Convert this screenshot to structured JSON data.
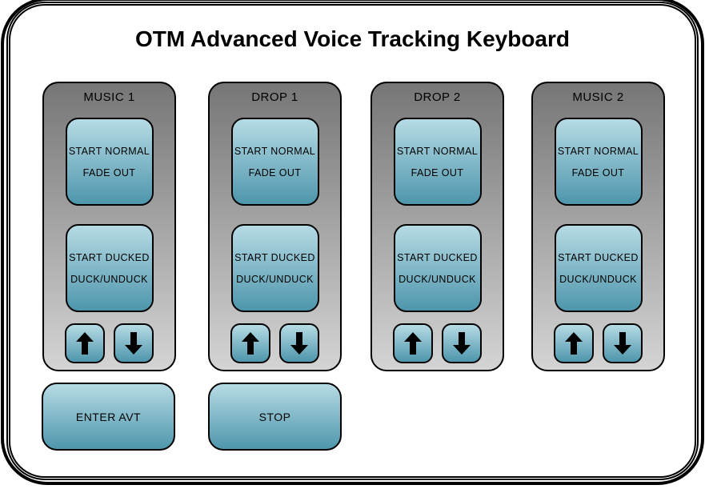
{
  "title": "OTM Advanced Voice Tracking Keyboard",
  "colors": {
    "button_grad_top": "#b6dbe5",
    "button_grad_bottom": "#4e96ac",
    "panel_grad_top": "#767676",
    "panel_grad_bottom": "#d4d4d4",
    "border": "#000000",
    "background": "#ffffff",
    "text": "#000000"
  },
  "icons": {
    "up_arrow": "↑",
    "down_arrow": "↓"
  },
  "columns": [
    {
      "label": "MUSIC 1",
      "buttons": [
        {
          "line1": "START NORMAL",
          "line2": "FADE OUT"
        },
        {
          "line1": "START DUCKED",
          "line2": "DUCK/UNDUCK"
        }
      ]
    },
    {
      "label": "DROP 1",
      "buttons": [
        {
          "line1": "START NORMAL",
          "line2": "FADE OUT"
        },
        {
          "line1": "START DUCKED",
          "line2": "DUCK/UNDUCK"
        }
      ]
    },
    {
      "label": "DROP 2",
      "buttons": [
        {
          "line1": "START NORMAL",
          "line2": "FADE OUT"
        },
        {
          "line1": "START DUCKED",
          "line2": "DUCK/UNDUCK"
        }
      ]
    },
    {
      "label": "MUSIC 2",
      "buttons": [
        {
          "line1": "START NORMAL",
          "line2": "FADE OUT"
        },
        {
          "line1": "START DUCKED",
          "line2": "DUCK/UNDUCK"
        }
      ]
    }
  ],
  "bottom_buttons": [
    {
      "label": "ENTER AVT"
    },
    {
      "label": "STOP"
    }
  ]
}
